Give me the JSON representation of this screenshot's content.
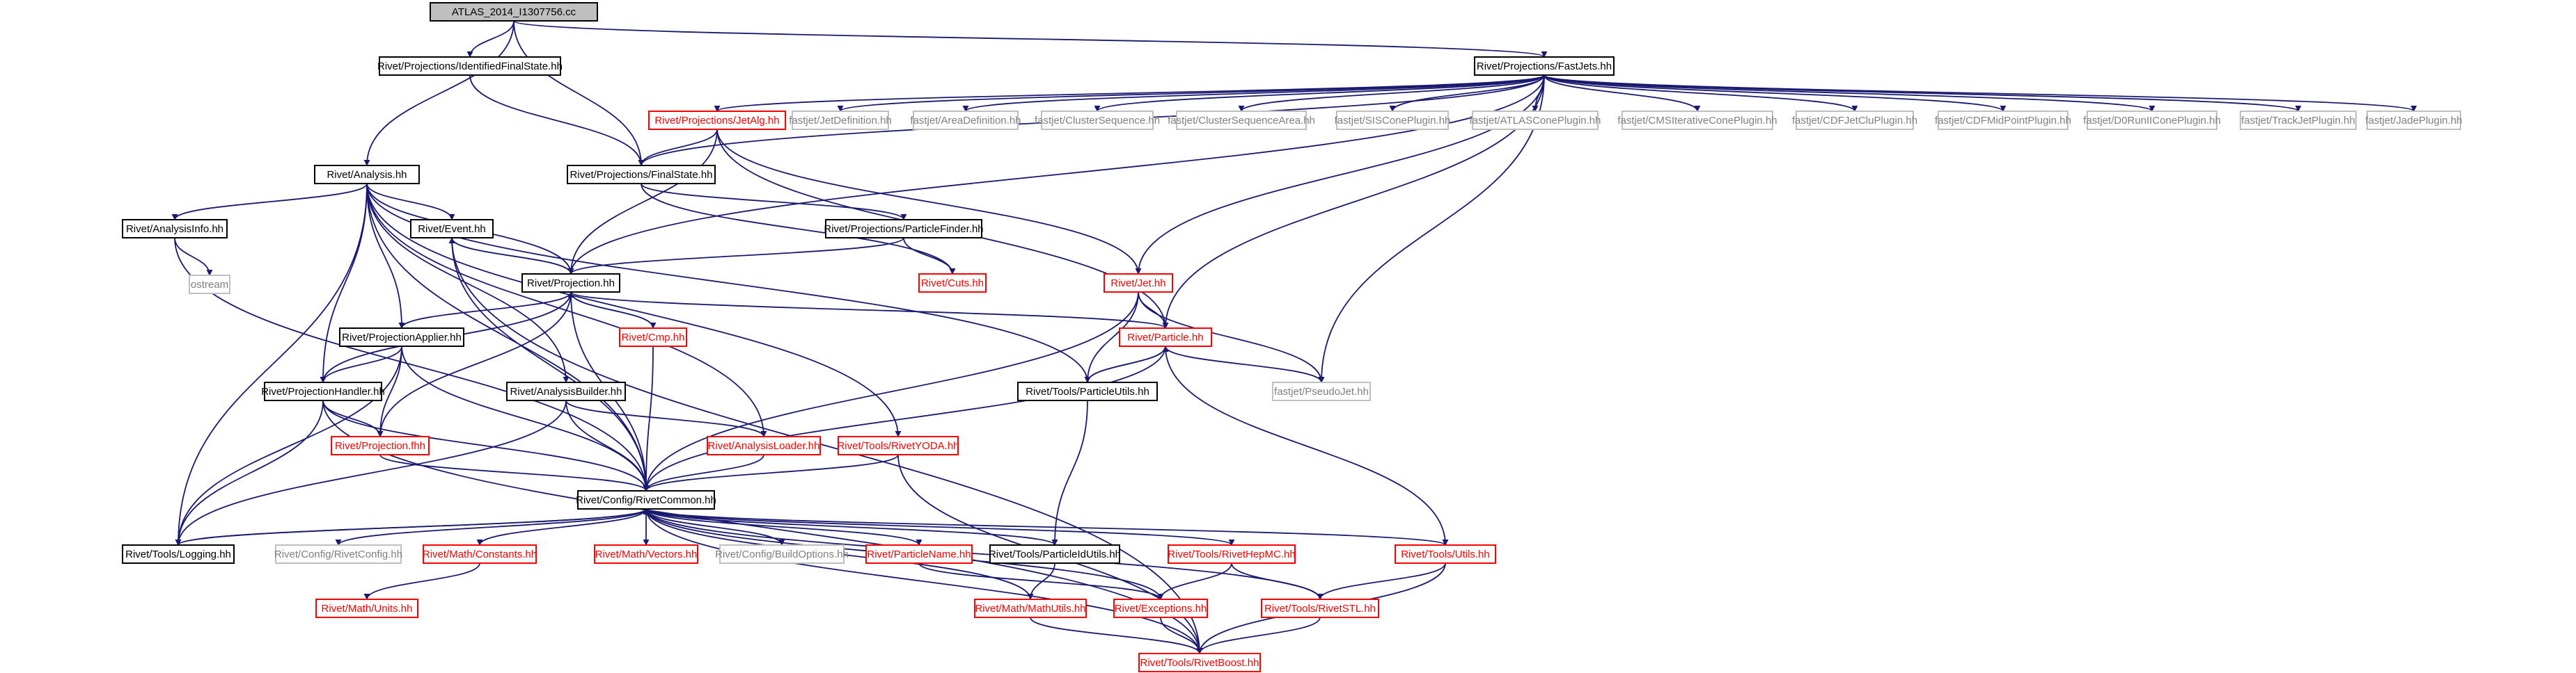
{
  "graph": {
    "nodes": [
      {
        "id": "root",
        "label": "ATLAS_2014_I1307756.cc",
        "kind": "root"
      },
      {
        "id": "idfs",
        "label": "Rivet/Projections/IdentifiedFinalState.hh",
        "kind": "normal"
      },
      {
        "id": "fastjets",
        "label": "Rivet/Projections/FastJets.hh",
        "kind": "normal"
      },
      {
        "id": "jetalg",
        "label": "Rivet/Projections/JetAlg.hh",
        "kind": "red"
      },
      {
        "id": "fjdef",
        "label": "fastjet/JetDefinition.hh",
        "kind": "gray"
      },
      {
        "id": "fjarea",
        "label": "fastjet/AreaDefinition.hh",
        "kind": "gray"
      },
      {
        "id": "fjcs",
        "label": "fastjet/ClusterSequence.hh",
        "kind": "gray"
      },
      {
        "id": "fjcsa",
        "label": "fastjet/ClusterSequenceArea.hh",
        "kind": "gray"
      },
      {
        "id": "fjsis",
        "label": "fastjet/SISConePlugin.hh",
        "kind": "gray"
      },
      {
        "id": "fjatlas",
        "label": "fastjet/ATLASConePlugin.hh",
        "kind": "gray"
      },
      {
        "id": "fjcms",
        "label": "fastjet/CMSIterativeConePlugin.hh",
        "kind": "gray"
      },
      {
        "id": "fjcdfclu",
        "label": "fastjet/CDFJetCluPlugin.hh",
        "kind": "gray"
      },
      {
        "id": "fjcdfmid",
        "label": "fastjet/CDFMidPointPlugin.hh",
        "kind": "gray"
      },
      {
        "id": "fjd0",
        "label": "fastjet/D0RunIIConePlugin.hh",
        "kind": "gray"
      },
      {
        "id": "fjtrack",
        "label": "fastjet/TrackJetPlugin.hh",
        "kind": "gray"
      },
      {
        "id": "fjjade",
        "label": "fastjet/JadePlugin.hh",
        "kind": "gray"
      },
      {
        "id": "analysis",
        "label": "Rivet/Analysis.hh",
        "kind": "normal"
      },
      {
        "id": "finalstate",
        "label": "Rivet/Projections/FinalState.hh",
        "kind": "normal"
      },
      {
        "id": "analysisinfo",
        "label": "Rivet/AnalysisInfo.hh",
        "kind": "normal"
      },
      {
        "id": "event",
        "label": "Rivet/Event.hh",
        "kind": "normal"
      },
      {
        "id": "particlefinder",
        "label": "Rivet/Projections/ParticleFinder.hh",
        "kind": "normal"
      },
      {
        "id": "ostream",
        "label": "ostream",
        "kind": "gray"
      },
      {
        "id": "projection",
        "label": "Rivet/Projection.hh",
        "kind": "normal"
      },
      {
        "id": "cuts",
        "label": "Rivet/Cuts.hh",
        "kind": "red"
      },
      {
        "id": "jet",
        "label": "Rivet/Jet.hh",
        "kind": "red"
      },
      {
        "id": "projapplier",
        "label": "Rivet/ProjectionApplier.hh",
        "kind": "normal"
      },
      {
        "id": "cmp",
        "label": "Rivet/Cmp.hh",
        "kind": "red"
      },
      {
        "id": "particle",
        "label": "Rivet/Particle.hh",
        "kind": "red"
      },
      {
        "id": "projhandler",
        "label": "Rivet/ProjectionHandler.hh",
        "kind": "normal"
      },
      {
        "id": "analysisbuilder",
        "label": "Rivet/AnalysisBuilder.hh",
        "kind": "normal"
      },
      {
        "id": "particleutils",
        "label": "Rivet/Tools/ParticleUtils.hh",
        "kind": "normal"
      },
      {
        "id": "pseudojet",
        "label": "fastjet/PseudoJet.hh",
        "kind": "gray"
      },
      {
        "id": "projfhh",
        "label": "Rivet/Projection.fhh",
        "kind": "red"
      },
      {
        "id": "analysisloader",
        "label": "Rivet/AnalysisLoader.hh",
        "kind": "red"
      },
      {
        "id": "rivetyoda",
        "label": "Rivet/Tools/RivetYODA.hh",
        "kind": "red"
      },
      {
        "id": "rivetcommon",
        "label": "Rivet/Config/RivetCommon.hh",
        "kind": "normal"
      },
      {
        "id": "logging",
        "label": "Rivet/Tools/Logging.hh",
        "kind": "normal"
      },
      {
        "id": "rivetconfig",
        "label": "Rivet/Config/RivetConfig.hh",
        "kind": "gray"
      },
      {
        "id": "constants",
        "label": "Rivet/Math/Constants.hh",
        "kind": "red"
      },
      {
        "id": "vectors",
        "label": "Rivet/Math/Vectors.hh",
        "kind": "red"
      },
      {
        "id": "buildoptions",
        "label": "Rivet/Config/BuildOptions.hh",
        "kind": "gray"
      },
      {
        "id": "particlename",
        "label": "Rivet/ParticleName.hh",
        "kind": "red"
      },
      {
        "id": "particleidutils",
        "label": "Rivet/Tools/ParticleIdUtils.hh",
        "kind": "normal"
      },
      {
        "id": "rivethepmc",
        "label": "Rivet/Tools/RivetHepMC.hh",
        "kind": "red"
      },
      {
        "id": "utils",
        "label": "Rivet/Tools/Utils.hh",
        "kind": "red"
      },
      {
        "id": "units",
        "label": "Rivet/Math/Units.hh",
        "kind": "red"
      },
      {
        "id": "mathutils",
        "label": "Rivet/Math/MathUtils.hh",
        "kind": "red"
      },
      {
        "id": "exceptions",
        "label": "Rivet/Exceptions.hh",
        "kind": "red"
      },
      {
        "id": "rivetstl",
        "label": "Rivet/Tools/RivetSTL.hh",
        "kind": "red"
      },
      {
        "id": "rivetboost",
        "label": "Rivet/Tools/RivetBoost.hh",
        "kind": "red"
      }
    ],
    "edges": [
      [
        "root",
        "idfs"
      ],
      [
        "root",
        "fastjets"
      ],
      [
        "root",
        "analysis"
      ],
      [
        "root",
        "finalstate"
      ],
      [
        "idfs",
        "finalstate"
      ],
      [
        "fastjets",
        "jetalg"
      ],
      [
        "fastjets",
        "fjdef"
      ],
      [
        "fastjets",
        "fjarea"
      ],
      [
        "fastjets",
        "fjcs"
      ],
      [
        "fastjets",
        "fjcsa"
      ],
      [
        "fastjets",
        "fjsis"
      ],
      [
        "fastjets",
        "fjatlas"
      ],
      [
        "fastjets",
        "fjcms"
      ],
      [
        "fastjets",
        "fjcdfclu"
      ],
      [
        "fastjets",
        "fjcdfmid"
      ],
      [
        "fastjets",
        "fjd0"
      ],
      [
        "fastjets",
        "fjtrack"
      ],
      [
        "fastjets",
        "fjjade"
      ],
      [
        "fastjets",
        "finalstate"
      ],
      [
        "fastjets",
        "projection"
      ],
      [
        "fastjets",
        "jet"
      ],
      [
        "fastjets",
        "particle"
      ],
      [
        "fastjets",
        "pseudojet"
      ],
      [
        "jetalg",
        "finalstate"
      ],
      [
        "jetalg",
        "projection"
      ],
      [
        "jetalg",
        "particle"
      ],
      [
        "jetalg",
        "jet"
      ],
      [
        "analysis",
        "analysisinfo"
      ],
      [
        "analysis",
        "event"
      ],
      [
        "analysis",
        "projection"
      ],
      [
        "analysis",
        "projapplier"
      ],
      [
        "analysis",
        "projhandler"
      ],
      [
        "analysis",
        "analysisbuilder"
      ],
      [
        "analysis",
        "analysisloader"
      ],
      [
        "analysis",
        "rivetyoda"
      ],
      [
        "analysis",
        "particleutils"
      ],
      [
        "analysis",
        "logging"
      ],
      [
        "analysis",
        "rivetcommon"
      ],
      [
        "finalstate",
        "particlefinder"
      ],
      [
        "finalstate",
        "cuts"
      ],
      [
        "analysisinfo",
        "ostream"
      ],
      [
        "analysisinfo",
        "rivetcommon"
      ],
      [
        "event",
        "projection"
      ],
      [
        "event",
        "rivetcommon"
      ],
      [
        "event",
        "rivetboost"
      ],
      [
        "particlefinder",
        "projection"
      ],
      [
        "particlefinder",
        "cuts"
      ],
      [
        "projection",
        "event"
      ],
      [
        "projection",
        "cmp"
      ],
      [
        "projection",
        "projapplier"
      ],
      [
        "projection",
        "projhandler"
      ],
      [
        "projection",
        "projfhh"
      ],
      [
        "projection",
        "rivetcommon"
      ],
      [
        "projection",
        "particle"
      ],
      [
        "cmp",
        "projection"
      ],
      [
        "cmp",
        "rivetcommon"
      ],
      [
        "jet",
        "particle"
      ],
      [
        "jet",
        "particleutils"
      ],
      [
        "jet",
        "pseudojet"
      ],
      [
        "jet",
        "rivetcommon"
      ],
      [
        "projapplier",
        "projhandler"
      ],
      [
        "projapplier",
        "projfhh"
      ],
      [
        "projapplier",
        "rivetcommon"
      ],
      [
        "projapplier",
        "logging"
      ],
      [
        "particle",
        "particleutils"
      ],
      [
        "particle",
        "pseudojet"
      ],
      [
        "particle",
        "rivetcommon"
      ],
      [
        "particle",
        "utils"
      ],
      [
        "particleutils",
        "particle"
      ],
      [
        "particleutils",
        "particleidutils"
      ],
      [
        "projhandler",
        "projfhh"
      ],
      [
        "projhandler",
        "rivetcommon"
      ],
      [
        "projhandler",
        "logging"
      ],
      [
        "projhandler",
        "rivetboost"
      ],
      [
        "analysisbuilder",
        "analysisloader"
      ],
      [
        "analysisbuilder",
        "rivetcommon"
      ],
      [
        "analysisbuilder",
        "logging"
      ],
      [
        "projfhh",
        "rivetcommon"
      ],
      [
        "analysisloader",
        "rivetcommon"
      ],
      [
        "rivetyoda",
        "rivetcommon"
      ],
      [
        "rivetyoda",
        "rivetboost"
      ],
      [
        "rivetcommon",
        "logging"
      ],
      [
        "rivetcommon",
        "rivetconfig"
      ],
      [
        "rivetcommon",
        "constants"
      ],
      [
        "rivetcommon",
        "vectors"
      ],
      [
        "rivetcommon",
        "buildoptions"
      ],
      [
        "rivetcommon",
        "particlename"
      ],
      [
        "rivetcommon",
        "particleidutils"
      ],
      [
        "rivetcommon",
        "rivethepmc"
      ],
      [
        "rivetcommon",
        "utils"
      ],
      [
        "rivetcommon",
        "mathutils"
      ],
      [
        "rivetcommon",
        "exceptions"
      ],
      [
        "rivetcommon",
        "rivetstl"
      ],
      [
        "rivetcommon",
        "rivetboost"
      ],
      [
        "logging",
        "rivetcommon"
      ],
      [
        "constants",
        "units"
      ],
      [
        "particlename",
        "exceptions"
      ],
      [
        "particleidutils",
        "mathutils"
      ],
      [
        "rivethepmc",
        "exceptions"
      ],
      [
        "rivethepmc",
        "rivetstl"
      ],
      [
        "utils",
        "rivetstl"
      ],
      [
        "utils",
        "rivetboost"
      ],
      [
        "mathutils",
        "rivetboost"
      ],
      [
        "exceptions",
        "rivetboost"
      ],
      [
        "rivetstl",
        "rivetboost"
      ]
    ]
  },
  "colors": {
    "normal_border": "#000000",
    "red_border": "#ff0000",
    "gray_border": "#bfbfbf",
    "root_fill": "#bfbfbf",
    "edge": "#191970",
    "red_text": "#ff0000",
    "gray_text": "#7f7f7f",
    "text": "#000000"
  }
}
